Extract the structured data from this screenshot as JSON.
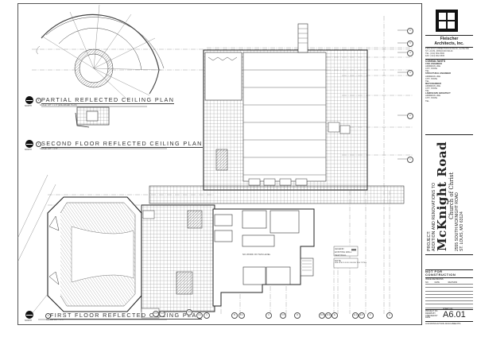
{
  "sheet": {
    "border_color": "#555555",
    "line_color": "#333333"
  },
  "plans": [
    {
      "id": "partial",
      "marker": "3",
      "title": "PARTIAL REFLECTED CEILING PLAN",
      "scale": "SCALE: 1/8\" = 1'-0\"  [ENLARGED PLAN]",
      "north": "NORTH"
    },
    {
      "id": "second",
      "marker": "2",
      "title": "SECOND FLOOR REFLECTED CEILING PLAN",
      "scale": "SCALE: 1/8\" = 1'-0\"",
      "north": "NORTH"
    },
    {
      "id": "first",
      "marker": "1",
      "title": "FIRST FLOOR REFLECTED CEILING PLAN",
      "scale": "SCALE: 1/8\" = 1'-0\"",
      "north": "NORTH"
    }
  ],
  "notes": {
    "no_work": "NO WORK ON THIS LEVEL",
    "legend_title": "LEGEND",
    "legend_items": [
      "EXISTING WALL",
      "NEW WALL"
    ],
    "notes_title": "NOTE",
    "note_text": "SEE SPECS FOR CEILING TILE TYPES"
  },
  "grid_bubbles_bottom": [
    "2.5",
    "2.6",
    "2.8",
    "3.4",
    "4",
    "B",
    "B.1",
    "C",
    "C.5",
    "D",
    "D.8",
    "D.9",
    "E",
    "E.4",
    "E.5",
    "F",
    "G"
  ],
  "grid_bubbles_right": [
    "6",
    "5",
    "4",
    "3",
    "2",
    "1"
  ],
  "title_block": {
    "firm_name_line1": "Fleischer",
    "firm_name_line2": "Architects, Inc.",
    "firm_address": [
      "1401 SOUTH BRENTWOOD BLVD, SUITE 550",
      "ST. LOUIS, MISSOURI 63144",
      "TEL: (314) 962-0500",
      "FAX: (314) 962-0505"
    ],
    "consultants_header": "CONSULTANTS",
    "consultants": [
      {
        "role": "CIVIL ENGINEER",
        "lines": [
          "ADDRESS LINE",
          "CITY, STATE",
          "TEL"
        ]
      },
      {
        "role": "STRUCTURAL ENGINEER",
        "lines": [
          "ADDRESS LINE",
          "CITY, STATE",
          "TEL"
        ]
      },
      {
        "role": "MEP ENGINEER",
        "lines": [
          "ADDRESS LINE",
          "CITY, STATE",
          "TEL"
        ]
      },
      {
        "role": "LANDSCAPE ARCHITECT",
        "lines": [
          "ADDRESS LINE",
          "CITY, STATE",
          "TEL"
        ]
      }
    ],
    "project_label": "PROJECT:",
    "project_description": "ADDITION AND RENOVATIONS TO",
    "project_name": "McKnight Road",
    "project_subtitle": "Church of Christ",
    "project_address_1": "2555 SOUTH MCKNIGHT ROAD",
    "project_address_2": "ST. LOUIS, MO 63124",
    "stamp_text": "NOT FOR CONSTRUCTION",
    "revisions_header": "ISSUE REVISIONS",
    "rev_columns": [
      "NO.",
      "DATE",
      "REVISION"
    ],
    "rev_rows": 7,
    "meta_labels": [
      "PROJECT NO.",
      "DRAWN BY",
      "CHECKED BY",
      "DATE"
    ],
    "sheet_label": "SHEET NO.",
    "sheet_number": "A6.01",
    "issue_status": "CONSTRUCTION DOCUMENTS"
  }
}
